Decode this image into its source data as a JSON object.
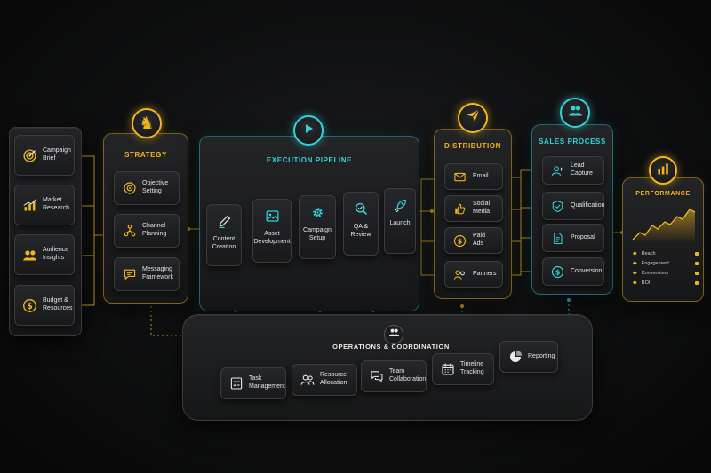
{
  "inputs": {
    "items": [
      {
        "label": "Campaign\nBrief",
        "icon": "target-icon"
      },
      {
        "label": "Market\nResearch",
        "icon": "bar-chart-icon"
      },
      {
        "label": "Audience\nInsights",
        "icon": "people-icon"
      },
      {
        "label": "Budget &\nResources",
        "icon": "dollar-icon"
      }
    ]
  },
  "strategy": {
    "title": "STRATEGY",
    "icon": "chess-knight-icon",
    "items": [
      {
        "label": "Objective\nSetting",
        "icon": "target-icon"
      },
      {
        "label": "Channel\nPlanning",
        "icon": "branch-icon"
      },
      {
        "label": "Messaging\nFramework",
        "icon": "chat-icon"
      }
    ]
  },
  "execution": {
    "title": "EXECUTION PIPELINE",
    "icon": "play-icon",
    "steps": [
      {
        "label": "Content\nCreation",
        "icon": "pencil-icon"
      },
      {
        "label": "Asset\nDevelopment",
        "icon": "image-icon"
      },
      {
        "label": "Campaign\nSetup",
        "icon": "gear-icon"
      },
      {
        "label": "QA &\nReview",
        "icon": "magnifier-icon"
      },
      {
        "label": "Launch",
        "icon": "rocket-icon"
      }
    ]
  },
  "distribution": {
    "title": "DISTRIBUTION",
    "icon": "paper-plane-icon",
    "items": [
      {
        "label": "Email",
        "icon": "envelope-icon"
      },
      {
        "label": "Social Media",
        "icon": "thumbs-up-icon"
      },
      {
        "label": "Paid Ads",
        "icon": "dollar-icon"
      },
      {
        "label": "Partners",
        "icon": "people-icon"
      }
    ]
  },
  "sales": {
    "title": "SALES PROCESS",
    "icon": "people-icon",
    "items": [
      {
        "label": "Lead Capture",
        "icon": "add-user-icon"
      },
      {
        "label": "Qualification",
        "icon": "shield-check-icon"
      },
      {
        "label": "Proposal",
        "icon": "document-icon"
      },
      {
        "label": "Conversion",
        "icon": "dollar-icon"
      }
    ]
  },
  "performance": {
    "title": "PERFORMANCE",
    "icon": "bar-chart-icon",
    "metrics": [
      "Reach",
      "Engagement",
      "Conversions",
      "ROI"
    ]
  },
  "operations": {
    "title": "OPERATIONS & COORDINATION",
    "icon": "people-icon",
    "items": [
      {
        "label": "Task\nManagement",
        "icon": "checklist-icon"
      },
      {
        "label": "Resource\nAllocation",
        "icon": "people-icon"
      },
      {
        "label": "Team\nCollaboration",
        "icon": "chat-icon"
      },
      {
        "label": "Timeline\nTracking",
        "icon": "calendar-icon"
      },
      {
        "label": "Reporting",
        "icon": "pie-chart-icon"
      }
    ]
  },
  "colors": {
    "accent_yellow": "#f0b61e",
    "accent_cyan": "#35d2dc",
    "background": "#0e0f10"
  }
}
